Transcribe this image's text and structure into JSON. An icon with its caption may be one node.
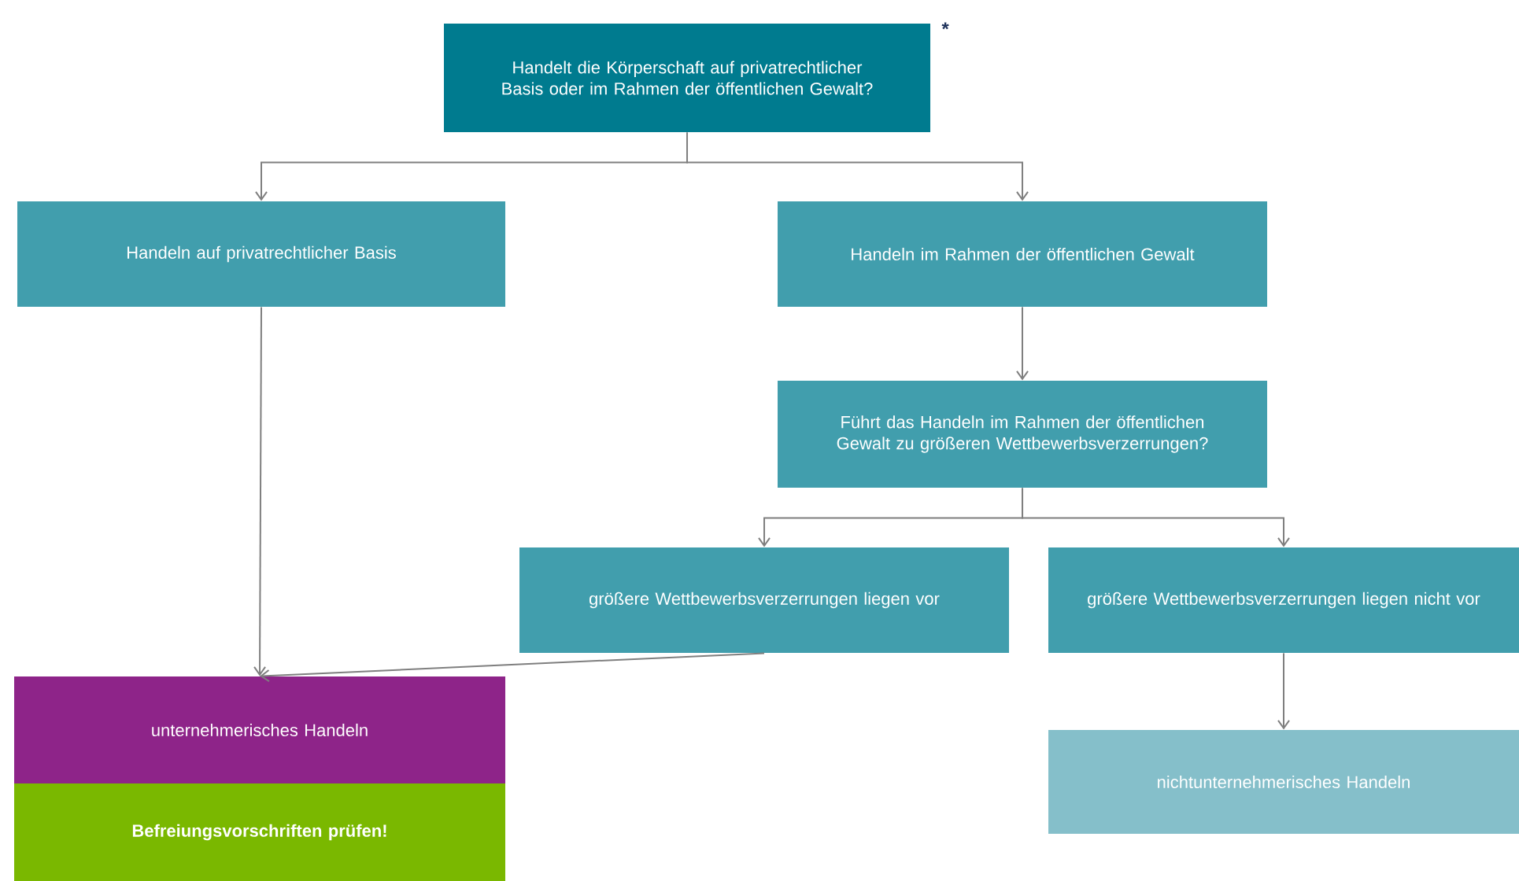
{
  "diagram": {
    "nodes": [
      {
        "text": [
          "Handelt die Körperschaft auf privatrechtlicher Basis oder im Rahmen der öffentlichen Gewalt?"
        ],
        "beside": [
          "*"
        ]
      },
      {
        "text": [
          "Handeln auf privatrechtlicher Basis"
        ]
      },
      {
        "text": [
          "Handeln im Rahmen der öffentlichen Gewalt"
        ]
      },
      {
        "text": [
          "Führt das Handeln im Rahmen der öffentlichen Gewalt zu größeren Wettbewerbsverzerrungen?"
        ]
      },
      {
        "text": [
          "größere Wettbewerbsverzerrungen liegen vor"
        ]
      },
      {
        "text": [
          "größere Wettbewerbsverzerrungen liegen nicht vor"
        ]
      },
      {
        "text": [
          "unternehmerisches Handeln"
        ]
      },
      {
        "text": [
          "Befreiungsvorschriften prüfen!"
        ]
      },
      {
        "text": [
          "nichtunternehmerisches Handeln"
        ]
      }
    ],
    "edges": [
      {
        "from": 0,
        "to": 1,
        "arrow": "to"
      },
      {
        "from": 0,
        "to": 2,
        "arrow": "to"
      },
      {
        "from": 2,
        "to": 3,
        "arrow": "to"
      },
      {
        "from": 3,
        "to": 4,
        "arrow": "to"
      },
      {
        "from": 3,
        "to": 5,
        "arrow": "to"
      },
      {
        "from": 1,
        "to": 6,
        "arrow": "to"
      },
      {
        "from": 4,
        "to": 6,
        "arrow": "to"
      },
      {
        "from": 5,
        "to": 8,
        "arrow": "to"
      }
    ]
  }
}
